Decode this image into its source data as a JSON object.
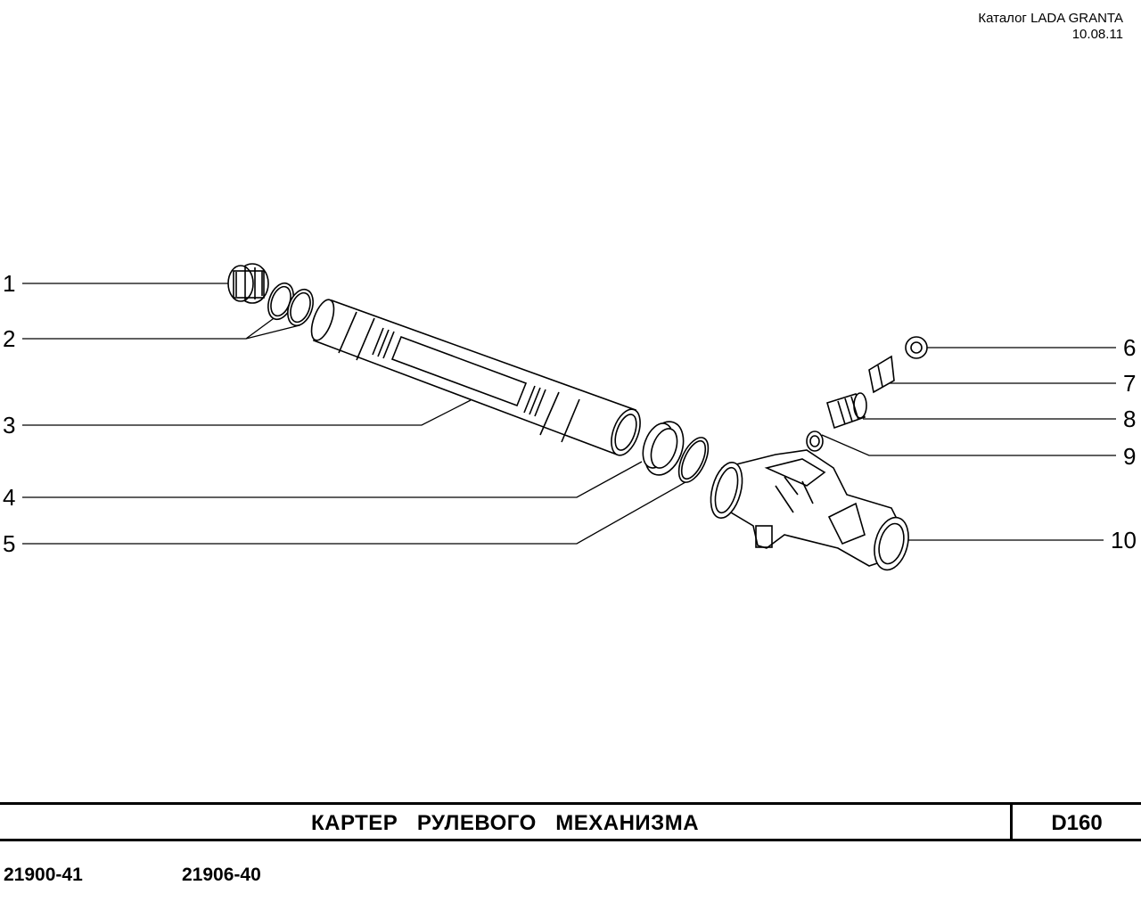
{
  "header": {
    "catalog": "Каталог LADA  GRANTA",
    "date": "10.08.11"
  },
  "callouts": [
    "1",
    "2",
    "3",
    "4",
    "5",
    "6",
    "7",
    "8",
    "9",
    "10"
  ],
  "title": "КАРТЕР   РУЛЕВОГО   МЕХАНИЗМА",
  "section_code": "D160",
  "footer": {
    "model_1": "21900-41",
    "model_2": "21906-40"
  }
}
